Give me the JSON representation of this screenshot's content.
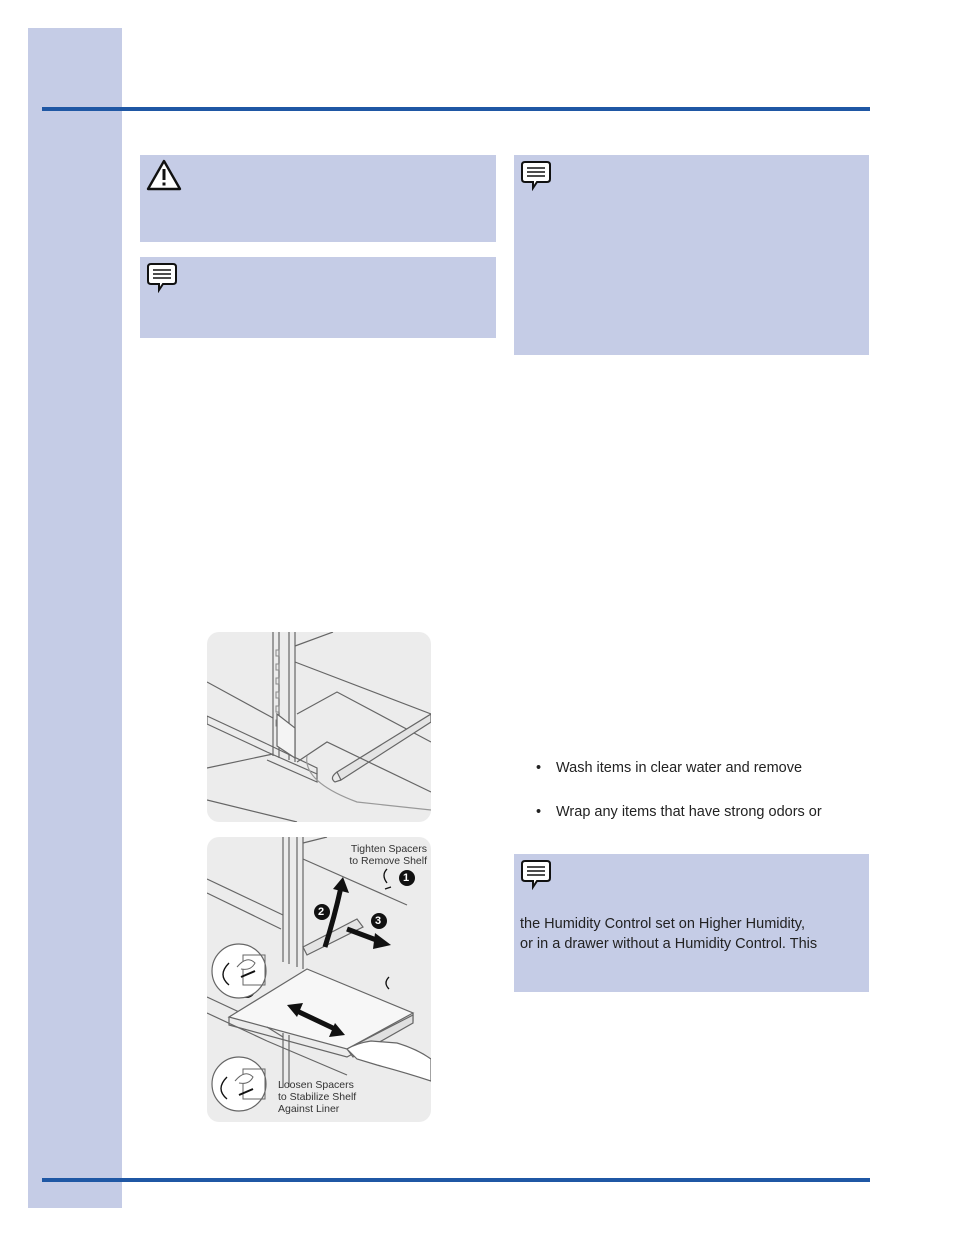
{
  "bullets": [
    "Wash items in clear water and remove",
    "Wrap any items that have strong odors or"
  ],
  "humidity_note": {
    "line1": "the Humidity Control set on Higher Humidity,",
    "line2": "or in a drawer without a Humidity Control. This"
  },
  "figure2": {
    "tighten_line1": "Tighten Spacers",
    "tighten_line2": "to Remove Shelf",
    "loosen_line1": "Loosen Spacers",
    "loosen_line2": "to Stabilize Shelf",
    "loosen_line3": "Against Liner",
    "step1": "1",
    "step2": "2",
    "step3": "3"
  },
  "icons": {
    "warning": "warning-triangle-icon",
    "note": "note-speech-icon"
  },
  "colors": {
    "accent_rule": "#1f57a4",
    "panel": "#c5cce6",
    "figure_bg": "#ececec"
  }
}
